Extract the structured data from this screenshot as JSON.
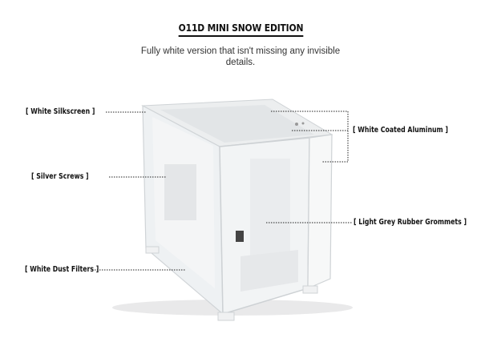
{
  "title": "O11D MINI SNOW EDITION",
  "subtitle": "Fully white version that isn't missing any invisible details.",
  "callouts": {
    "silkscreen": "[ White Silkscreen ]",
    "screws": "[ Silver Screws ]",
    "dust_filters": "[ White Dust Filters ]",
    "aluminum": "[ White Coated Aluminum ]",
    "grommets": "[ Light Grey Rubber Grommets ]"
  },
  "colors": {
    "case_body": "#f4f5f6",
    "glass": "#eef1f3",
    "text": "#111111"
  }
}
